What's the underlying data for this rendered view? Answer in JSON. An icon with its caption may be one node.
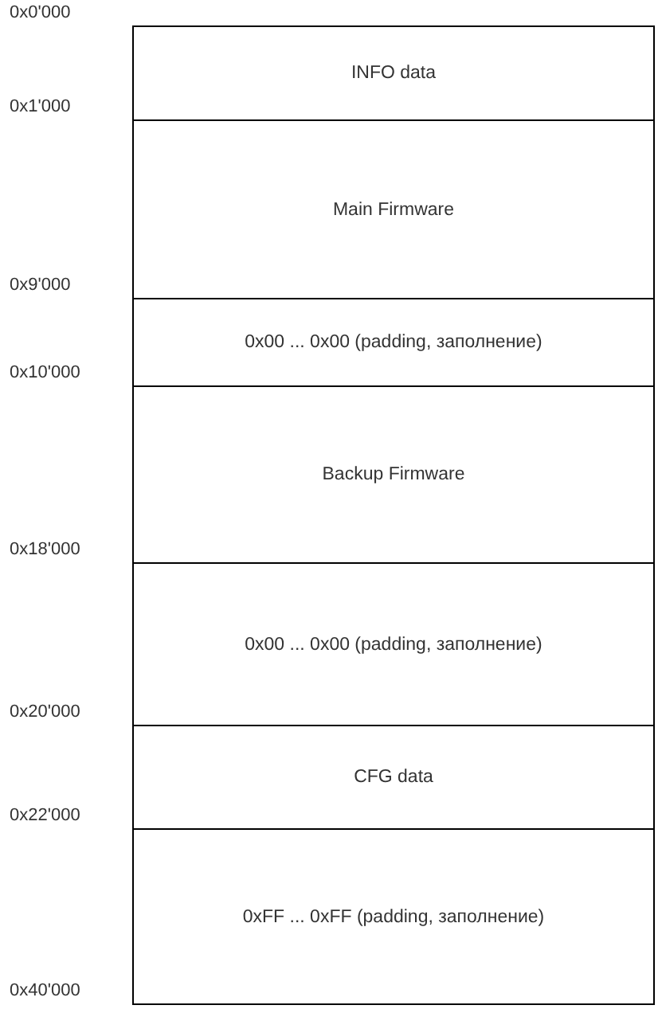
{
  "diagram": {
    "nodes": [
      {
        "text": [
          "INFO data"
        ]
      },
      {
        "text": [
          "Main Firmware"
        ]
      },
      {
        "text": [
          "0x00 ... 0x00 (padding, заполнение)"
        ]
      },
      {
        "text": [
          "Backup Firmware"
        ]
      },
      {
        "text": [
          "0x00 ... 0x00 (padding, заполнение)"
        ]
      },
      {
        "text": [
          "CFG data"
        ]
      },
      {
        "text": [
          "0xFF ... 0xFF (padding, заполнение)"
        ]
      }
    ],
    "labels": [
      "0x0'000",
      "0x1'000",
      "0x9'000",
      "0x10'000",
      "0x18'000",
      "0x20'000",
      "0x22'000",
      "0x40'000"
    ]
  }
}
